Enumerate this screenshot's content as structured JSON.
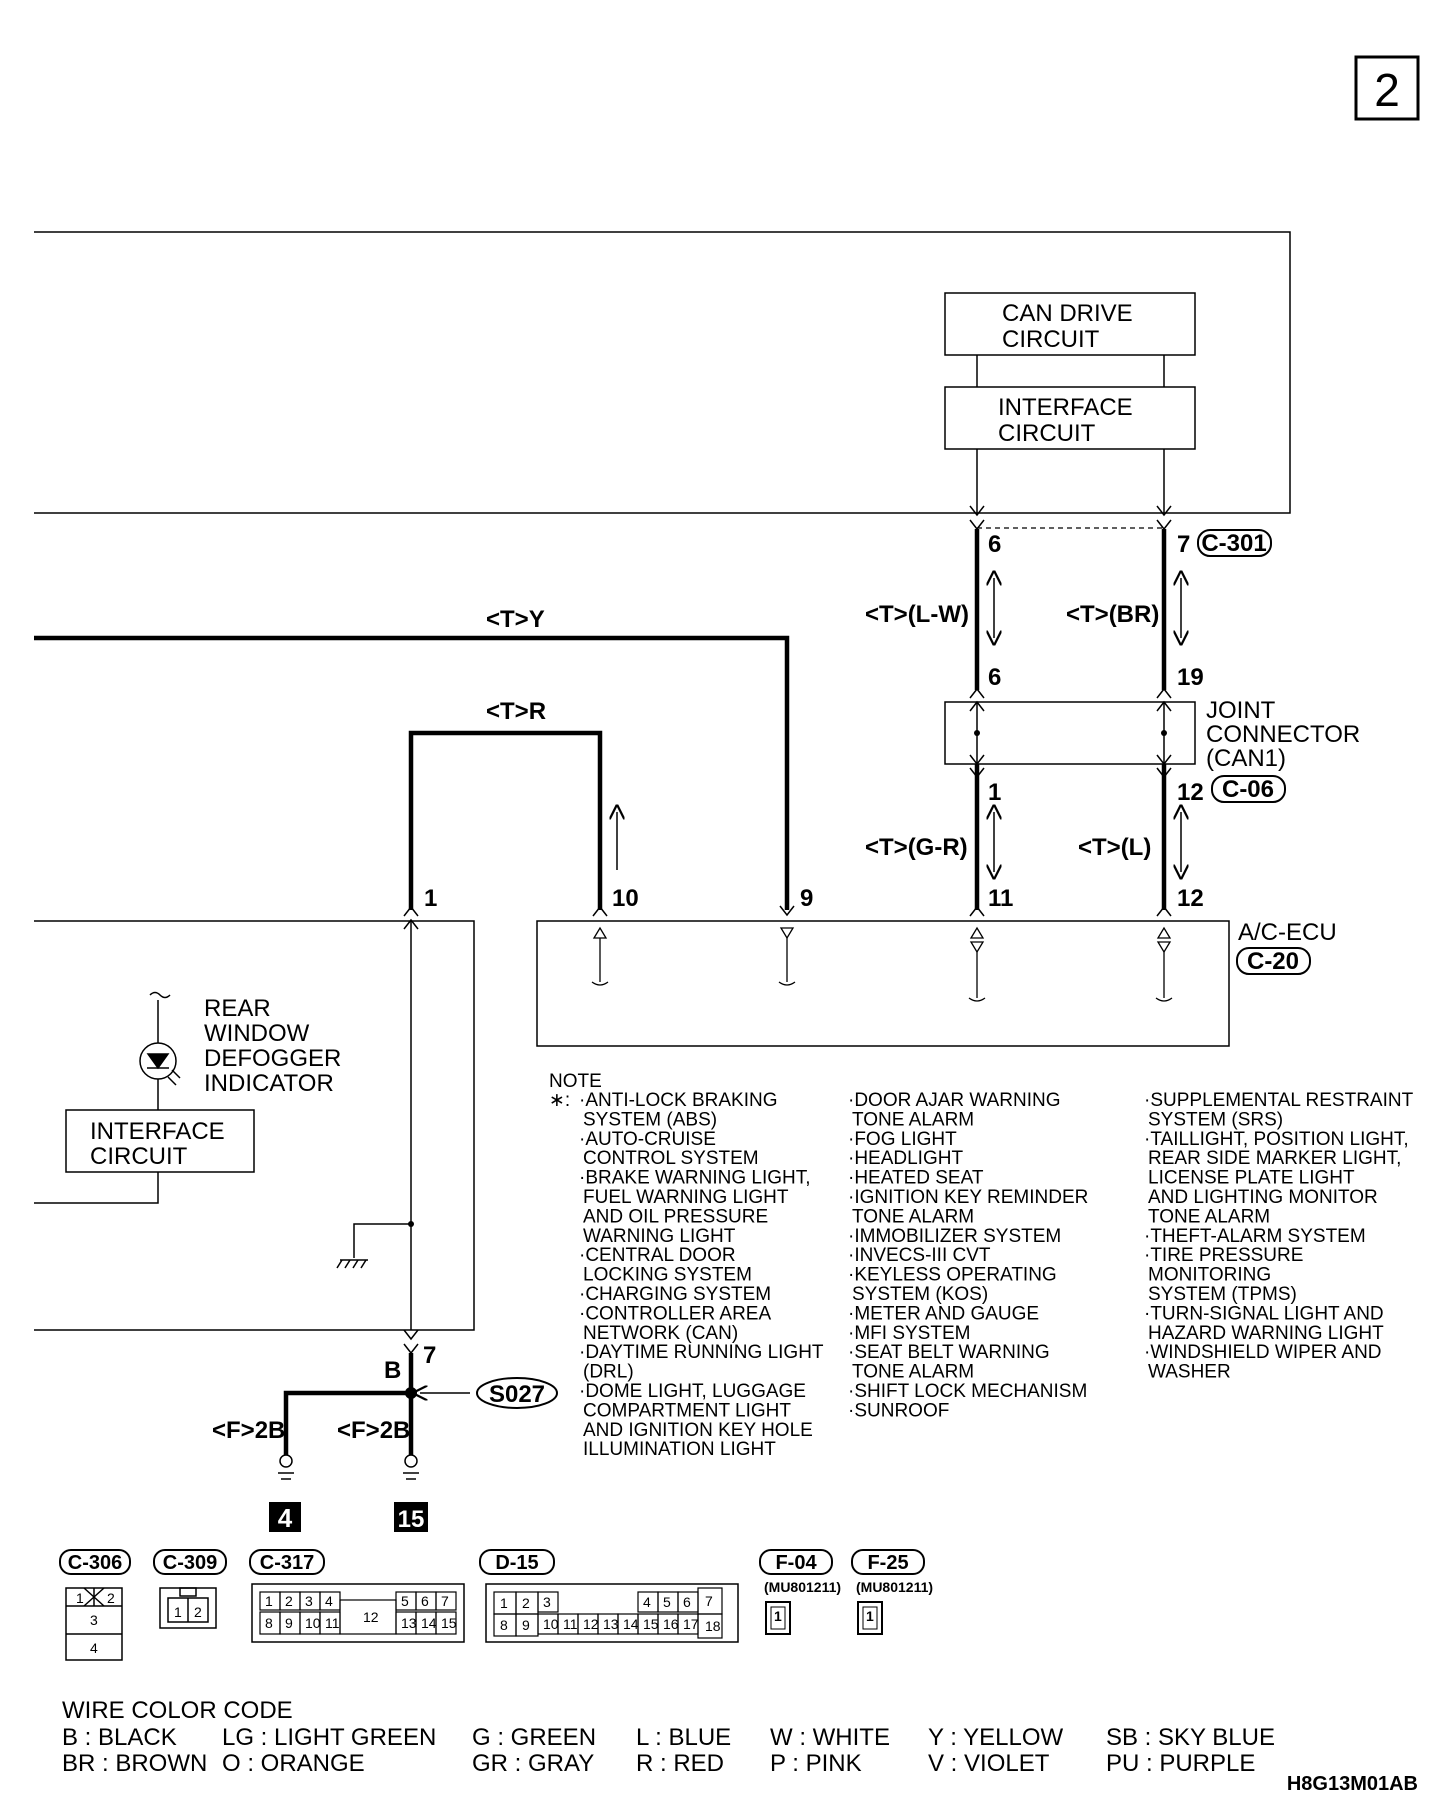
{
  "page": {
    "number": "2",
    "figure_id": "H8G13M01AB"
  },
  "boxes": {
    "can_drive": [
      "CAN DRIVE",
      "CIRCUIT"
    ],
    "interface_top": [
      "INTERFACE",
      "CIRCUIT"
    ],
    "joint_connector": [
      "JOINT",
      "CONNECTOR",
      "(CAN1)"
    ],
    "ac_ecu": "A/C-ECU",
    "interface_left": [
      "INTERFACE",
      "CIRCUIT"
    ],
    "indicator": [
      "REAR",
      "WINDOW",
      "DEFOGGER",
      "INDICATOR"
    ]
  },
  "wire_labels": {
    "ty": "<T>Y",
    "tr": "<T>R",
    "tlw": "<T>(L-W)",
    "tbr": "<T>(BR)",
    "tgr": "<T>(G-R)",
    "tl": "<T>(L)",
    "f2b_left": "<F>2B",
    "f2b_right": "<F>2B",
    "b": "B"
  },
  "pins": {
    "c301_6": "6",
    "c301_7": "7",
    "jc_6": "6",
    "jc_19": "19",
    "jc_1": "1",
    "jc_12": "12",
    "ecu_1": "1",
    "ecu_10": "10",
    "ecu_9": "9",
    "ecu_11": "11",
    "ecu_12": "12",
    "left_7": "7"
  },
  "connectors": {
    "c301": "C-301",
    "c06": "C-06",
    "c20": "C-20",
    "s027": "S027"
  },
  "grounds": {
    "g4": "4",
    "g15": "15"
  },
  "note": {
    "title": "NOTE",
    "marker": "∗:",
    "col1": [
      "·ANTI-LOCK BRAKING",
      "SYSTEM (ABS)",
      "·AUTO-CRUISE",
      "CONTROL SYSTEM",
      "·BRAKE WARNING LIGHT,",
      "FUEL WARNING LIGHT",
      "AND OIL PRESSURE",
      "WARNING LIGHT",
      "·CENTRAL DOOR",
      "LOCKING SYSTEM",
      "·CHARGING SYSTEM",
      "·CONTROLLER AREA",
      "NETWORK (CAN)",
      "·DAYTIME RUNNING LIGHT",
      "(DRL)",
      "·DOME LIGHT, LUGGAGE",
      "COMPARTMENT LIGHT",
      "AND IGNITION KEY HOLE",
      "ILLUMINATION LIGHT"
    ],
    "col2": [
      "·DOOR AJAR WARNING",
      "TONE ALARM",
      "·FOG LIGHT",
      "·HEADLIGHT",
      "·HEATED SEAT",
      "·IGNITION KEY REMINDER",
      "TONE ALARM",
      "·IMMOBILIZER SYSTEM",
      "·INVECS-III CVT",
      "·KEYLESS OPERATING",
      "SYSTEM (KOS)",
      "·METER AND GAUGE",
      "·MFI SYSTEM",
      "·SEAT BELT WARNING",
      "TONE ALARM",
      "·SHIFT LOCK MECHANISM",
      "·SUNROOF"
    ],
    "col3": [
      "·SUPPLEMENTAL RESTRAINT",
      "SYSTEM (SRS)",
      "·TAILLIGHT, POSITION LIGHT,",
      "REAR SIDE MARKER LIGHT,",
      "LICENSE PLATE LIGHT",
      "AND LIGHTING MONITOR",
      "TONE ALARM",
      "·THEFT-ALARM SYSTEM",
      "·TIRE PRESSURE",
      "MONITORING",
      "SYSTEM (TPMS)",
      "·TURN-SIGNAL LIGHT AND",
      "HAZARD WARNING LIGHT",
      "·WINDSHIELD WIPER AND",
      "WASHER"
    ]
  },
  "connector_views": {
    "c306": {
      "label": "C-306",
      "pins": [
        "1",
        "2",
        "3",
        "4"
      ]
    },
    "c309": {
      "label": "C-309",
      "pins": [
        "1",
        "2"
      ]
    },
    "c317": {
      "label": "C-317",
      "pins": [
        "1",
        "2",
        "3",
        "4",
        "5",
        "6",
        "7",
        "8",
        "9",
        "10",
        "11",
        "12",
        "13",
        "14",
        "15"
      ]
    },
    "d15": {
      "label": "D-15",
      "pins": [
        "1",
        "2",
        "3",
        "4",
        "5",
        "6",
        "7",
        "8",
        "9",
        "10",
        "11",
        "12",
        "13",
        "14",
        "15",
        "16",
        "17",
        "18"
      ]
    },
    "f04": {
      "label": "F-04",
      "part": "(MU801211)",
      "pins": [
        "1"
      ]
    },
    "f25": {
      "label": "F-25",
      "part": "(MU801211)",
      "pins": [
        "1"
      ]
    }
  },
  "wire_color_code": {
    "title": "WIRE COLOR CODE",
    "row1": [
      "B : BLACK",
      "LG : LIGHT GREEN",
      "G : GREEN",
      "L : BLUE",
      "W : WHITE",
      "Y : YELLOW",
      "SB : SKY BLUE"
    ],
    "row2": [
      "BR : BROWN",
      "O : ORANGE",
      "GR : GRAY",
      "R : RED",
      "P : PINK",
      "V : VIOLET",
      "PU : PURPLE"
    ]
  }
}
